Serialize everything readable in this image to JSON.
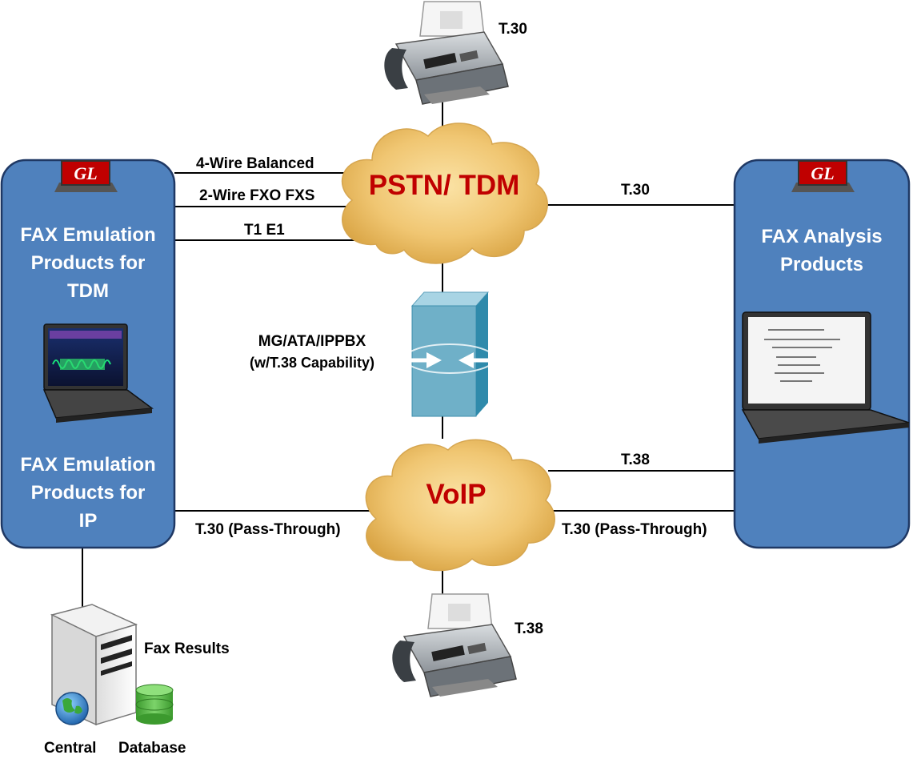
{
  "left_panel": {
    "title_tdm_line1": "FAX Emulation",
    "title_tdm_line2": "Products  for",
    "title_tdm_line3": "TDM",
    "title_ip_line1": "FAX Emulation",
    "title_ip_line2": "Products  for",
    "title_ip_line3": "IP",
    "logo_text": "GL"
  },
  "right_panel": {
    "title_line1": "FAX Analysis",
    "title_line2": "Products",
    "logo_text": "GL"
  },
  "clouds": {
    "pstn": "PSTN/ TDM",
    "voip": "VoIP"
  },
  "links": {
    "four_wire": "4-Wire Balanced",
    "two_wire": "2-Wire FXO FXS",
    "t1e1": "T1 E1",
    "pstn_right": "T.30",
    "voip_right_t38": "T.38",
    "voip_left_pass": "T.30 (Pass-Through)",
    "voip_right_pass": "T.30 (Pass-Through)"
  },
  "gateway": {
    "line1": "MG/ATA/IPPBX",
    "line2": "(w/T.38 Capability)"
  },
  "fax_top": "T.30",
  "fax_bottom": "T.38",
  "server": {
    "results": "Fax  Results",
    "central": "Central",
    "database": "Database"
  },
  "colors": {
    "panel_fill": "#4f81bd",
    "panel_border": "#1f3864",
    "cloud_fill": "#e8b95a",
    "cloud_text": "#c00000",
    "gateway_front": "#6fb0c8",
    "gateway_side": "#2f8aab",
    "logo_red": "#c00000"
  }
}
